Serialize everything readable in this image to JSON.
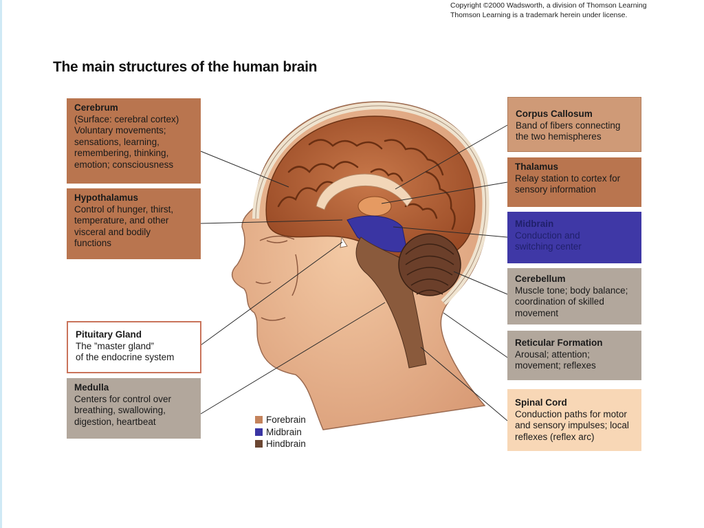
{
  "copyright": {
    "line1": "Copyright ©2000 Wadsworth, a division of Thomson Learning",
    "line2": "Thomson Learning is a trademark herein under license."
  },
  "title": "The main structures of the human brain",
  "labels": {
    "cerebrum": {
      "name": "Cerebrum",
      "desc": "(Surface: cerebral cortex)\nVoluntary movements;\nsensations, learning,\nremembering, thinking,\nemotion; consciousness"
    },
    "hypothalamus": {
      "name": "Hypothalamus",
      "desc": "Control of hunger, thirst,\ntemperature, and other\nvisceral and bodily\nfunctions"
    },
    "pituitary": {
      "name": "Pituitary Gland",
      "desc": "The ”master gland”\n of the endocrine system"
    },
    "medulla": {
      "name": "Medulla",
      "desc": "Centers for control over\nbreathing, swallowing,\ndigestion, heartbeat"
    },
    "corpus_callosum": {
      "name": "Corpus Callosum",
      "desc": "Band of fibers connecting\nthe two hemispheres"
    },
    "thalamus": {
      "name": "Thalamus",
      "desc": "Relay station to cortex for\nsensory information"
    },
    "midbrain": {
      "name": "Midbrain",
      "desc": "Conduction and\nswitching center"
    },
    "cerebellum": {
      "name": "Cerebellum",
      "desc": "Muscle tone; body balance;\ncoordination of skilled\nmovement"
    },
    "reticular": {
      "name": "Reticular Formation",
      "desc": "Arousal; attention;\nmovement; reflexes"
    },
    "spinal": {
      "name": "Spinal Cord",
      "desc": "Conduction paths for motor\nand sensory impulses; local\nreflexes (reflex arc)"
    }
  },
  "legend": [
    {
      "label": "Forebrain",
      "color": "#c4835c"
    },
    {
      "label": "Midbrain",
      "color": "#3a35a3"
    },
    {
      "label": "Hindbrain",
      "color": "#6b4632"
    }
  ],
  "colors": {
    "forebrain_box": "#b9754f",
    "forebrain_light_box": "#cf9a77",
    "midbrain_box": "#3f38a6",
    "hindbrain_box": "#b2a79c",
    "spinal_box": "#f8d7b6"
  }
}
